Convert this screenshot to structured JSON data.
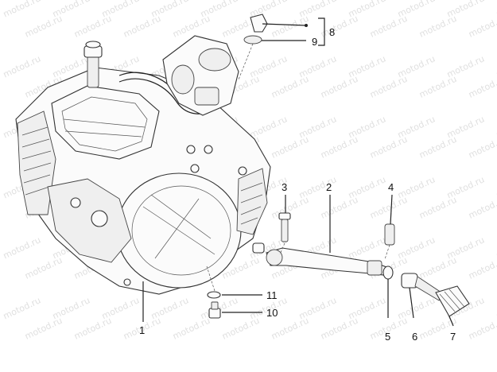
{
  "watermark": "motod.ru",
  "callouts": [
    {
      "id": "1",
      "text": "1"
    },
    {
      "id": "2",
      "text": "2"
    },
    {
      "id": "3",
      "text": "3"
    },
    {
      "id": "4",
      "text": "4"
    },
    {
      "id": "5",
      "text": "5"
    },
    {
      "id": "6",
      "text": "6"
    },
    {
      "id": "7",
      "text": "7"
    },
    {
      "id": "8",
      "text": "8"
    },
    {
      "id": "9",
      "text": "9"
    },
    {
      "id": "10",
      "text": "10"
    },
    {
      "id": "11",
      "text": "11"
    }
  ]
}
